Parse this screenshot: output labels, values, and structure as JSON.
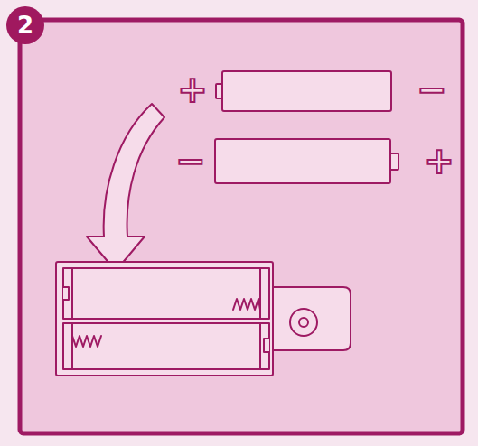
{
  "diagram": {
    "nodes": [
      {
        "text": [
          "2"
        ]
      }
    ],
    "labels": [
      "+",
      "−",
      "−",
      "+"
    ]
  }
}
